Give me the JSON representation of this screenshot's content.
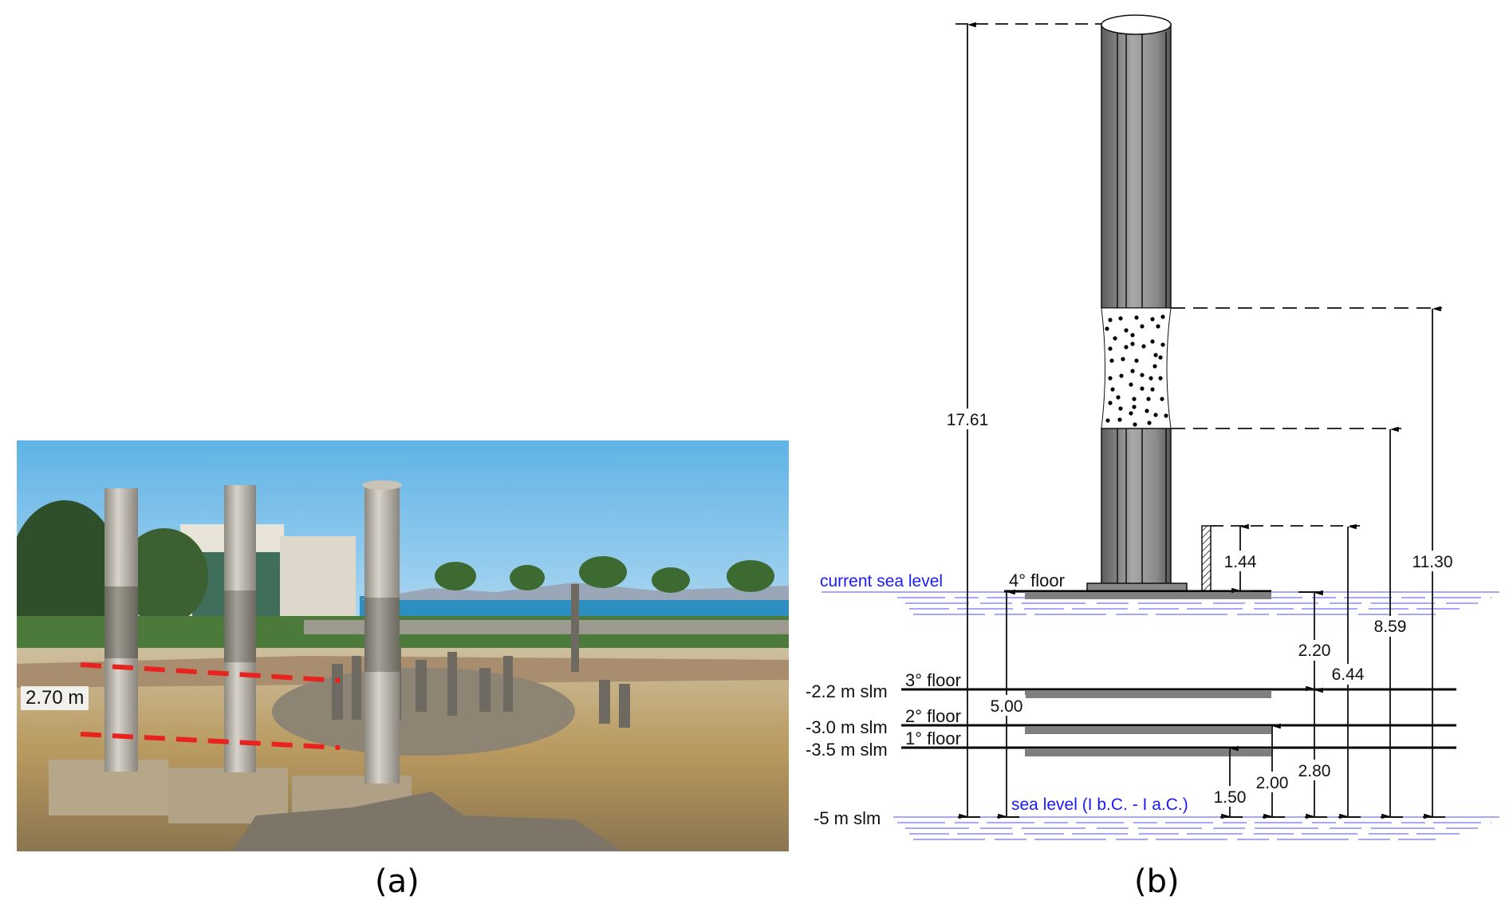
{
  "figure": {
    "panel_a_label": "(a)",
    "panel_b_label": "(b)"
  },
  "photo": {
    "description": "Roman ruins with three tall marble columns, red dashed lines marking a band of bio-erosion",
    "band_label": "2.70 m",
    "marker_color": "#e8231f"
  },
  "drawing": {
    "column_total_height": "17.61",
    "dimensions": {
      "d_17_61": "17.61",
      "d_11_30": "11.30",
      "d_8_59": "8.59",
      "d_6_44": "6.44",
      "d_1_44": "1.44",
      "d_5_00": "5.00",
      "d_2_20": "2.20",
      "d_2_80": "2.80",
      "d_2_00": "2.00",
      "d_1_50": "1.50"
    },
    "floors": {
      "f4": "4° floor",
      "f3": "3° floor",
      "f2": "2° floor",
      "f1": "1° floor"
    },
    "levels": {
      "l3": "-2.2 m slm",
      "l2": "-3.0 m slm",
      "l1": "-3.5 m slm",
      "l0": "-5 m slm"
    },
    "sea_levels": {
      "current": "current sea level",
      "ancient": "sea level (I b.C. - I a.C.)"
    },
    "colors": {
      "water_lines": "#8a8aff",
      "sea_text": "#1a1aff",
      "slab": "#7f7f7f"
    }
  }
}
